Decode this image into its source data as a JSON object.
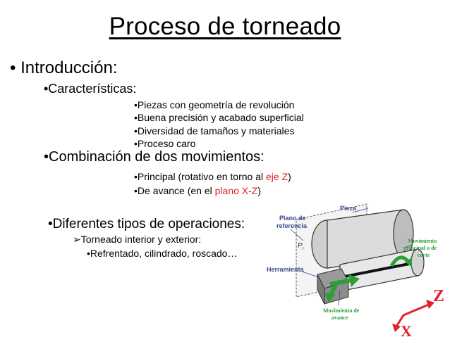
{
  "title": "Proceso de torneado",
  "bullet_intro": "• Introducción:",
  "caracteristicas": {
    "heading": "•Características:",
    "items": [
      "•Piezas con geometría de revolución",
      "•Buena precisión y acabado superficial",
      "•Diversidad de tamaños y materiales",
      "•Proceso caro"
    ]
  },
  "combinacion": {
    "heading": "•Combinación de dos movimientos:",
    "item1_prefix": "•Principal (rotativo en torno al ",
    "item1_red": "eje Z",
    "item1_suffix": ")",
    "item2_prefix": "•De avance (en el ",
    "item2_red": "plano X-Z",
    "item2_suffix": ")"
  },
  "operaciones": {
    "heading": "•Diferentes tipos de operaciones:",
    "sub": "➢Torneado interior y exterior:",
    "subsub": "•Refrentado, cilindrado, roscado…"
  },
  "figure": {
    "label_pieza": "Pieza",
    "label_plano_1": "Plano de",
    "label_plano_2": "referencia",
    "label_pr": "P",
    "label_pr_sub": "r",
    "label_herramienta": "Herramienta",
    "label_mov_principal_1": "Movimiento",
    "label_mov_principal_2": "principal o de",
    "label_mov_principal_3": "corte",
    "label_mov_avance_1": "Movimiento de",
    "label_mov_avance_2": "avance",
    "axis_z": "Z",
    "axis_x": "X",
    "colors": {
      "accent_red": "#e0202a",
      "arrow_green": "#2e9e3a",
      "label_blue": "#3a4a8a"
    }
  }
}
